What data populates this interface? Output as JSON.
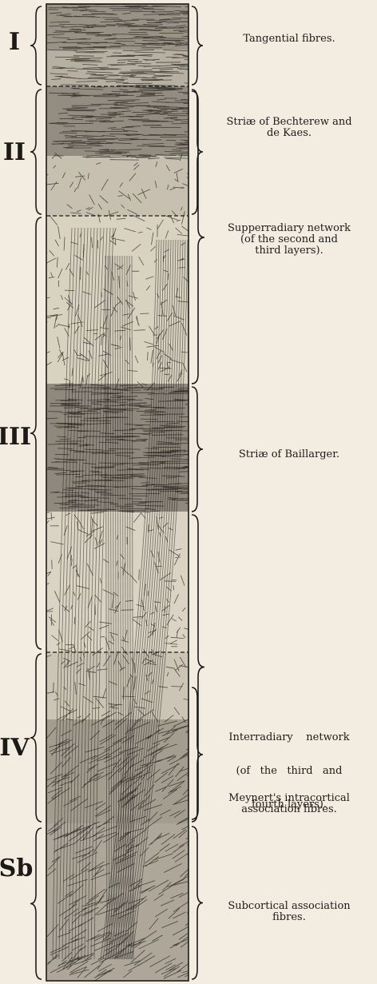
{
  "figure": {
    "layers": [
      {
        "id": "layer-1",
        "label": "I"
      },
      {
        "id": "layer-2",
        "label": "II"
      },
      {
        "id": "layer-3",
        "label": "III"
      },
      {
        "id": "layer-4",
        "label": "IV"
      },
      {
        "id": "layer-sb",
        "label": "Sb"
      }
    ],
    "annotations": [
      {
        "id": "tangential",
        "lines": [
          "Tangential fibres."
        ]
      },
      {
        "id": "bechterew",
        "lines": [
          "Striæ of Bechterew and",
          "de Kaes."
        ]
      },
      {
        "id": "supperradiary",
        "lines": [
          "Supperradiary network",
          "(of the second and",
          "third layers)."
        ]
      },
      {
        "id": "baillarger",
        "lines": [
          "Striæ of Baillarger."
        ]
      },
      {
        "id": "interradiary",
        "lines": [
          "Interradiary    network",
          "(of   the   third   and",
          "fourth layers)."
        ]
      },
      {
        "id": "meynert",
        "lines": [
          "Meynert's intracortical",
          "association fibres."
        ]
      },
      {
        "id": "subcortical",
        "lines": [
          "Subcortical association",
          "fibres."
        ]
      }
    ]
  }
}
